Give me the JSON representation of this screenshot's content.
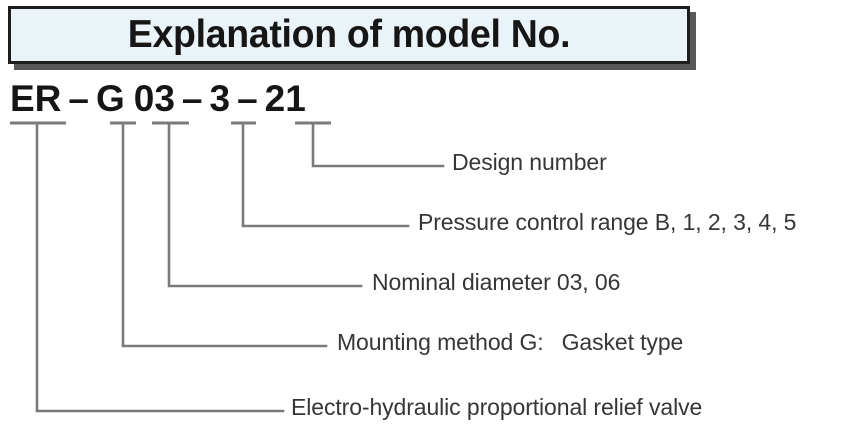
{
  "title": {
    "text": "Explanation of model No."
  },
  "model_code": {
    "full": "ER – G 03 – 3 – 21",
    "segments": [
      {
        "key": "prefix",
        "text": "ER"
      },
      {
        "key": "mounting",
        "text": "G"
      },
      {
        "key": "nominal",
        "text": "03"
      },
      {
        "key": "pressure",
        "text": "3"
      },
      {
        "key": "design",
        "text": "21"
      }
    ],
    "separator": "–"
  },
  "descriptions": {
    "design": "Design number",
    "pressure": "Pressure control range B, 1, 2, 3, 4, 5",
    "nominal": "Nominal diameter 03, 06",
    "mounting_label": "Mounting method G:",
    "mounting_value": "Gasket type",
    "valve": "Electro-hydraulic proportional relief valve"
  },
  "colors": {
    "title_fill": "#eaf3f7",
    "title_border": "#1d1d1d",
    "title_shadow": "#58585a",
    "text": "#161616",
    "label_text": "#363636",
    "leader_line": "#7a7a7a",
    "background": "#ffffff"
  }
}
